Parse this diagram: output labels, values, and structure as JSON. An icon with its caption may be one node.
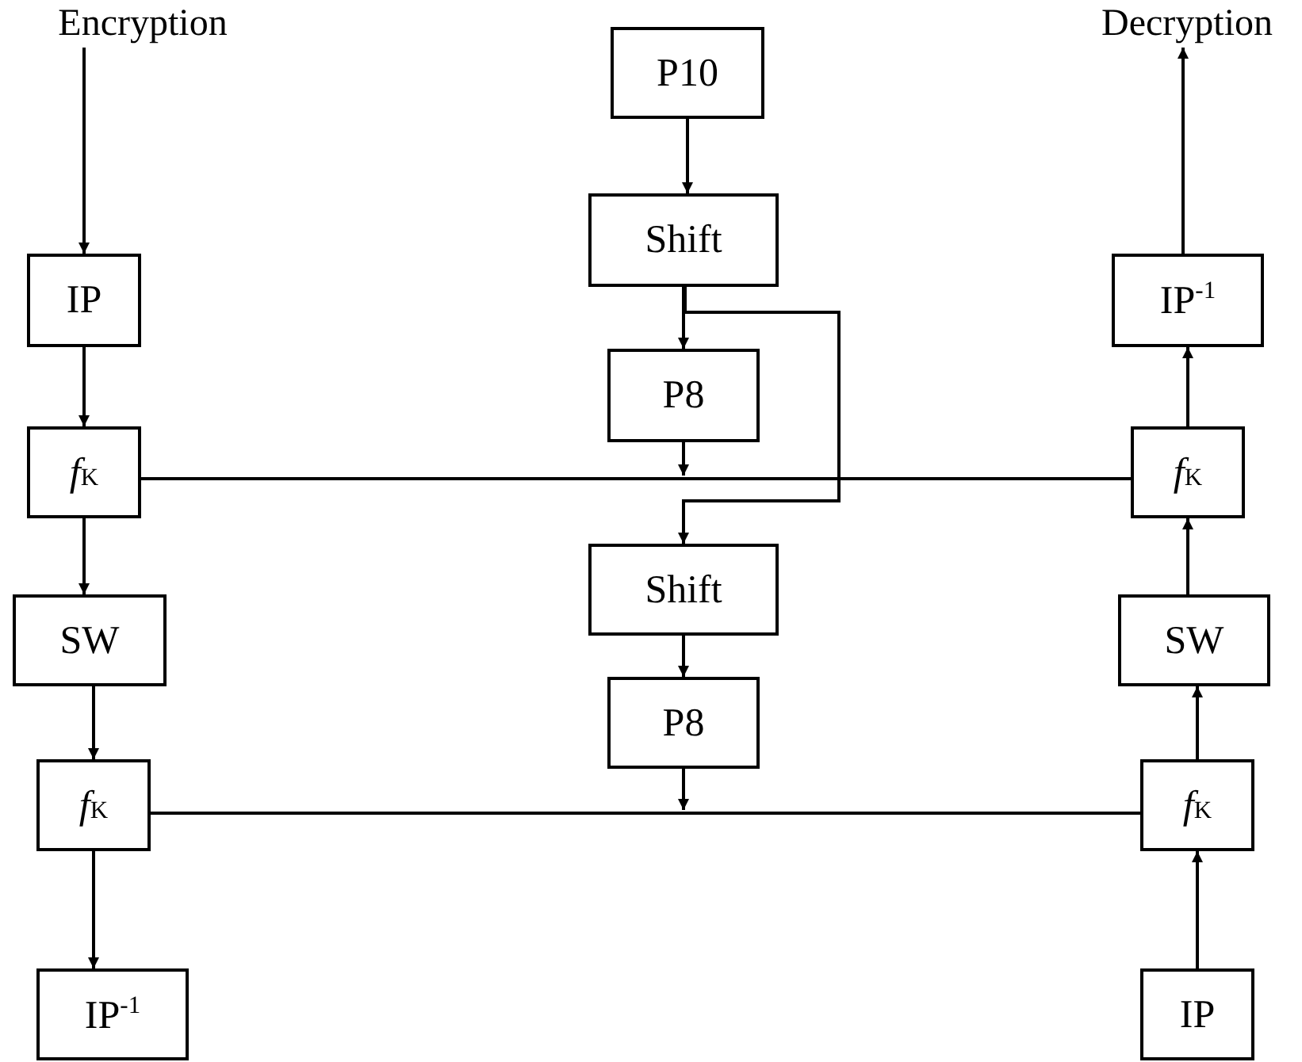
{
  "diagram": {
    "nodes": [
      {
        "text": [
          "Encryption"
        ]
      },
      {
        "text": [
          "P10"
        ]
      },
      {
        "text": [
          "Decryption"
        ]
      },
      {
        "text": [
          "IP"
        ]
      },
      {
        "text": [
          "Shift"
        ]
      },
      {
        "text": [
          "IP$^{-1}$"
        ]
      },
      {
        "text": [
          "P8"
        ]
      },
      {
        "text": [
          "*f*$_{K}$"
        ]
      },
      {
        "text": [
          "*f*$_{K}$"
        ]
      },
      {
        "text": [
          "Shift"
        ]
      },
      {
        "text": [
          "SW"
        ]
      },
      {
        "text": [
          "SW"
        ]
      },
      {
        "text": [
          "P8"
        ]
      },
      {
        "text": [
          "*f*$_{K}$"
        ]
      },
      {
        "text": [
          "*f*$_{K}$"
        ]
      },
      {
        "text": [
          "IP$^{-1}$"
        ]
      },
      {
        "text": [
          "IP"
        ]
      }
    ],
    "edges": [
      {
        "from": 0,
        "to": 3,
        "arrow": "to"
      },
      {
        "from": 3,
        "to": 7,
        "arrow": "to"
      },
      {
        "from": 7,
        "to": 10,
        "arrow": "to"
      },
      {
        "from": 10,
        "to": 13,
        "arrow": "to"
      },
      {
        "from": 13,
        "to": 15,
        "arrow": "to"
      },
      {
        "from": 1,
        "to": 4,
        "arrow": "to"
      },
      {
        "from": 4,
        "to": 6,
        "arrow": "to"
      },
      {
        "from": 4,
        "to": 9,
        "arrow": "to"
      },
      {
        "from": 9,
        "to": 12,
        "arrow": "to"
      },
      {
        "from": 6,
        "to": null,
        "arrow": "to"
      },
      {
        "from": 12,
        "to": null,
        "arrow": "to"
      },
      {
        "from": 7,
        "to": 8,
        "arrow": "none"
      },
      {
        "from": 13,
        "to": 14,
        "arrow": "none"
      },
      {
        "from": 16,
        "to": 14,
        "arrow": "to"
      },
      {
        "from": 14,
        "to": 11,
        "arrow": "to"
      },
      {
        "from": 11,
        "to": 8,
        "arrow": "to"
      },
      {
        "from": 8,
        "to": 5,
        "arrow": "to"
      },
      {
        "from": 5,
        "to": 2,
        "arrow": "to"
      }
    ]
  }
}
